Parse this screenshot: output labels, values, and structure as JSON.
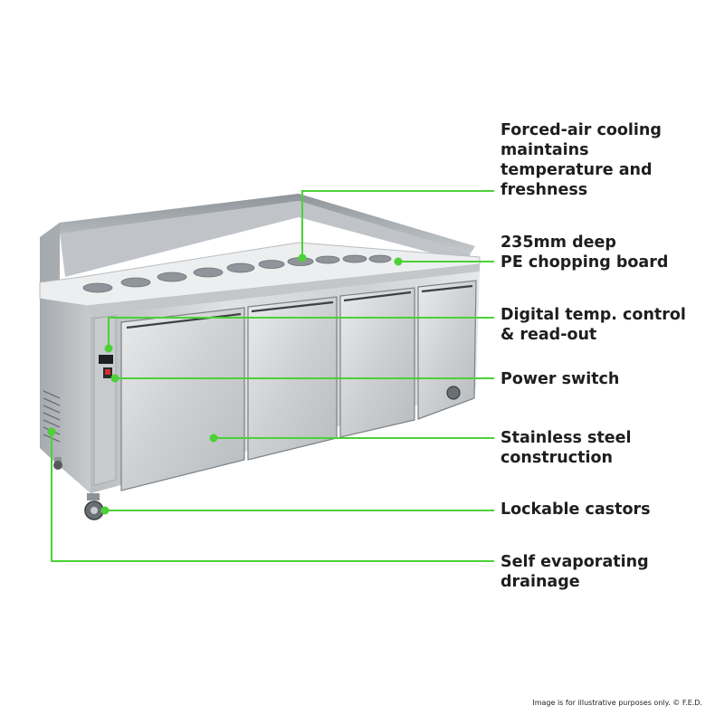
{
  "callouts": [
    {
      "id": "cooling",
      "text": "Forced-air cooling\nmaintains\ntemperature and\nfreshness"
    },
    {
      "id": "board",
      "text": "235mm deep\nPE chopping board"
    },
    {
      "id": "control",
      "text": "Digital temp. control\n& read-out"
    },
    {
      "id": "power",
      "text": "Power switch"
    },
    {
      "id": "steel",
      "text": "Stainless steel\nconstruction"
    },
    {
      "id": "castors",
      "text": "Lockable castors"
    },
    {
      "id": "drainage",
      "text": "Self evaporating\ndrainage"
    }
  ],
  "footnote": "Image is for illustrative purposes only. © F.E.D.",
  "colors": {
    "callout_line": "#4cd137",
    "steel_light": "#d8dadc",
    "steel_dark": "#9aa0a5",
    "text": "#1e1e1e"
  }
}
